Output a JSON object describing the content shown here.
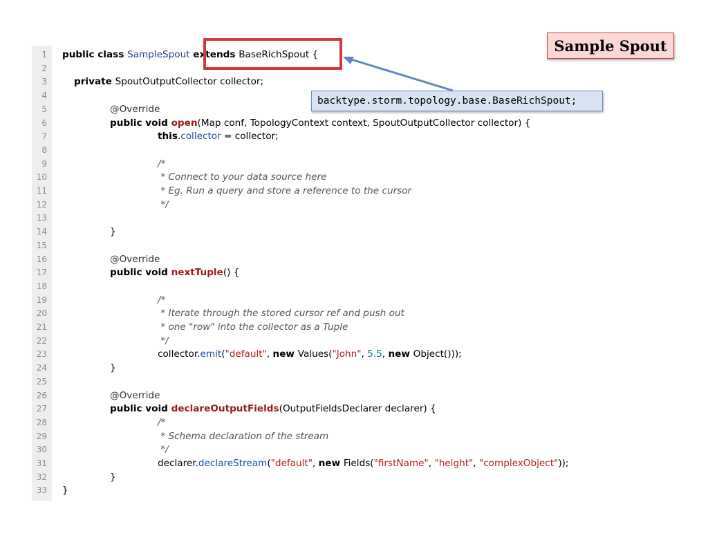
{
  "title_label": "Sample Spout",
  "callout_text": "backtype.storm.topology.base.BaseRichSpout;",
  "colors": {
    "highlight": "#d2383c",
    "arrow": "#5f87c4",
    "title_bg": "#fbd8d6",
    "callout_bg": "#d9e3f3"
  },
  "lines": [
    {
      "n": "1",
      "indent": 0,
      "tokens": [
        {
          "t": "public class ",
          "c": "kw"
        },
        {
          "t": "SampleSpout",
          "c": "cls"
        },
        {
          "t": " extends ",
          "c": "kw"
        },
        {
          "t": "BaseRichSpout",
          "c": ""
        },
        {
          "t": " {",
          "c": ""
        }
      ]
    },
    {
      "n": "2",
      "indent": 0,
      "tokens": []
    },
    {
      "n": "3",
      "indent": 17,
      "tokens": [
        {
          "t": "private ",
          "c": "kw"
        },
        {
          "t": "SpoutOutputCollector collector;",
          "c": ""
        }
      ]
    },
    {
      "n": "4",
      "indent": 0,
      "tokens": []
    },
    {
      "n": "5",
      "indent": 69,
      "tokens": [
        {
          "t": "@Override",
          "c": "anno"
        }
      ]
    },
    {
      "n": "6",
      "indent": 69,
      "tokens": [
        {
          "t": "public void ",
          "c": "kw"
        },
        {
          "t": "open",
          "c": "fn"
        },
        {
          "t": "(Map conf, TopologyContext context, SpoutOutputCollector collector) {",
          "c": ""
        }
      ]
    },
    {
      "n": "7",
      "indent": 138,
      "tokens": [
        {
          "t": "this",
          "c": "kw"
        },
        {
          "t": ".",
          "c": ""
        },
        {
          "t": "collector",
          "c": "fld"
        },
        {
          "t": " = collector;",
          "c": ""
        }
      ]
    },
    {
      "n": "8",
      "indent": 0,
      "tokens": []
    },
    {
      "n": "9",
      "indent": 138,
      "tokens": [
        {
          "t": "/*",
          "c": "cm"
        }
      ]
    },
    {
      "n": "10",
      "indent": 138,
      "tokens": [
        {
          "t": " * Connect to your data source here",
          "c": "cm"
        }
      ]
    },
    {
      "n": "11",
      "indent": 138,
      "tokens": [
        {
          "t": " * Eg. Run a query and store a reference to the cursor",
          "c": "cm"
        }
      ]
    },
    {
      "n": "12",
      "indent": 138,
      "tokens": [
        {
          "t": " */",
          "c": "cm"
        }
      ]
    },
    {
      "n": "13",
      "indent": 0,
      "tokens": []
    },
    {
      "n": "14",
      "indent": 69,
      "tokens": [
        {
          "t": "}",
          "c": ""
        }
      ]
    },
    {
      "n": "15",
      "indent": 0,
      "tokens": []
    },
    {
      "n": "16",
      "indent": 69,
      "tokens": [
        {
          "t": "@Override",
          "c": "anno"
        }
      ]
    },
    {
      "n": "17",
      "indent": 69,
      "tokens": [
        {
          "t": "public void ",
          "c": "kw"
        },
        {
          "t": "nextTuple",
          "c": "fn"
        },
        {
          "t": "() {",
          "c": ""
        }
      ]
    },
    {
      "n": "18",
      "indent": 0,
      "tokens": []
    },
    {
      "n": "19",
      "indent": 138,
      "tokens": [
        {
          "t": "/*",
          "c": "cm"
        }
      ]
    },
    {
      "n": "20",
      "indent": 138,
      "tokens": [
        {
          "t": " * Iterate through the stored cursor ref and push out",
          "c": "cm"
        }
      ]
    },
    {
      "n": "21",
      "indent": 138,
      "tokens": [
        {
          "t": " * one \"row\" into the collector as a Tuple",
          "c": "cm"
        }
      ]
    },
    {
      "n": "22",
      "indent": 138,
      "tokens": [
        {
          "t": " */",
          "c": "cm"
        }
      ]
    },
    {
      "n": "23",
      "indent": 138,
      "tokens": [
        {
          "t": "collector.",
          "c": ""
        },
        {
          "t": "emit",
          "c": "fld"
        },
        {
          "t": "(",
          "c": ""
        },
        {
          "t": "\"default\"",
          "c": "str"
        },
        {
          "t": ", ",
          "c": ""
        },
        {
          "t": "new ",
          "c": "kw"
        },
        {
          "t": "Values(",
          "c": ""
        },
        {
          "t": "\"John\"",
          "c": "str"
        },
        {
          "t": ", ",
          "c": ""
        },
        {
          "t": "5.5",
          "c": "num"
        },
        {
          "t": ", ",
          "c": ""
        },
        {
          "t": "new ",
          "c": "kw"
        },
        {
          "t": "Object()));",
          "c": ""
        }
      ]
    },
    {
      "n": "24",
      "indent": 69,
      "tokens": [
        {
          "t": "}",
          "c": ""
        }
      ]
    },
    {
      "n": "25",
      "indent": 0,
      "tokens": []
    },
    {
      "n": "26",
      "indent": 69,
      "tokens": [
        {
          "t": "@Override",
          "c": "anno"
        }
      ]
    },
    {
      "n": "27",
      "indent": 69,
      "tokens": [
        {
          "t": "public void ",
          "c": "kw"
        },
        {
          "t": "declareOutputFields",
          "c": "fn"
        },
        {
          "t": "(OutputFieldsDeclarer declarer) {",
          "c": ""
        }
      ]
    },
    {
      "n": "28",
      "indent": 138,
      "tokens": [
        {
          "t": "/*",
          "c": "cm"
        }
      ]
    },
    {
      "n": "29",
      "indent": 138,
      "tokens": [
        {
          "t": " * Schema declaration of the stream",
          "c": "cm"
        }
      ]
    },
    {
      "n": "30",
      "indent": 138,
      "tokens": [
        {
          "t": " */",
          "c": "cm"
        }
      ]
    },
    {
      "n": "31",
      "indent": 138,
      "tokens": [
        {
          "t": "declarer.",
          "c": ""
        },
        {
          "t": "declareStream",
          "c": "fld"
        },
        {
          "t": "(",
          "c": ""
        },
        {
          "t": "\"default\"",
          "c": "str"
        },
        {
          "t": ", ",
          "c": ""
        },
        {
          "t": "new ",
          "c": "kw"
        },
        {
          "t": "Fields(",
          "c": ""
        },
        {
          "t": "\"firstName\"",
          "c": "str"
        },
        {
          "t": ", ",
          "c": ""
        },
        {
          "t": "\"height\"",
          "c": "str"
        },
        {
          "t": ", ",
          "c": ""
        },
        {
          "t": "\"complexObject\"",
          "c": "str"
        },
        {
          "t": "));",
          "c": ""
        }
      ]
    },
    {
      "n": "32",
      "indent": 69,
      "tokens": [
        {
          "t": "}",
          "c": ""
        }
      ]
    },
    {
      "n": "33",
      "indent": 0,
      "tokens": [
        {
          "t": "}",
          "c": ""
        }
      ]
    }
  ]
}
